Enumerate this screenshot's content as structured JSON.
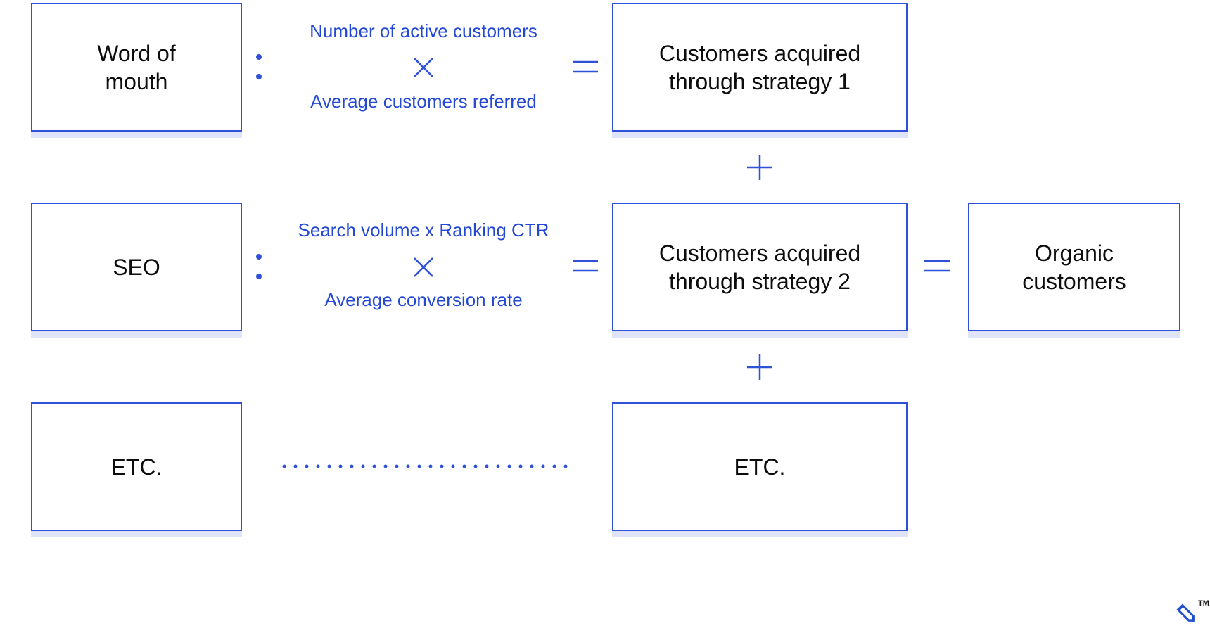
{
  "colors": {
    "accent": "#2f50d8",
    "text": "#0d0d0d",
    "formula": "#2448d6",
    "shadow": "#dfe4fb"
  },
  "rows": [
    {
      "strategy": "Word of\nmouth",
      "formula_top": "Number of active customers",
      "formula_bottom": "Average customers referred",
      "result": "Customers acquired\nthrough strategy 1"
    },
    {
      "strategy": "SEO",
      "formula_top": "Search volume x Ranking CTR",
      "formula_bottom": "Average conversion rate",
      "result": "Customers acquired\nthrough strategy 2"
    },
    {
      "strategy": "ETC.",
      "result": "ETC."
    }
  ],
  "total": "Organic\ncustomers",
  "icons": {
    "multiply": "times-icon",
    "equals": "equals-icon",
    "plus": "plus-icon",
    "colon": "colon-icon",
    "dotted": "dotted-leader",
    "logo": "toptal-logo"
  },
  "logo": {
    "trademark": "TM"
  }
}
